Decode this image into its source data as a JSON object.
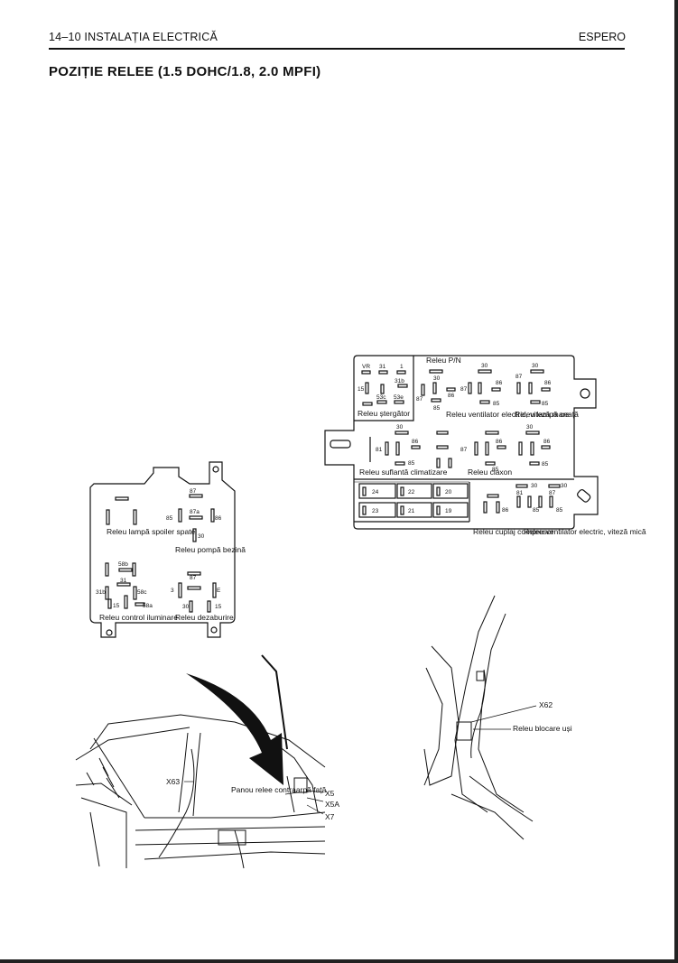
{
  "header": {
    "section": "14–10  INSTALAȚIA ELECTRICĂ",
    "model": "ESPERO"
  },
  "title": "POZIȚIE RELEE (1.5 DOHC/1.8,  2.0 MPFI)",
  "main_box": {
    "labels": {
      "wiper": "Releu ștergător",
      "pn": "Releu P/N",
      "fan_high": "Releu ventilator electric, viteză mare",
      "fog": "Releu lampă ceață",
      "ac_blower": "Releu suflantă climatizare",
      "horn": "Releu claxon",
      "clutch": "Releu cuplaj compresor",
      "fan_low": "Releu ventilator electric, viteză mică"
    },
    "pins": {
      "vr": "VR",
      "p31": "31",
      "p1": "1",
      "p15": "15",
      "p31b": "31b",
      "p53c": "53c",
      "p53e": "53e",
      "p30": "30",
      "p87": "87",
      "p86": "86",
      "p85": "85",
      "p81": "81"
    },
    "fuses": [
      "24",
      "22",
      "20",
      "23",
      "21",
      "19"
    ]
  },
  "small_box": {
    "labels": {
      "spoiler": "Releu lampă spoiler spate",
      "pump": "Releu pompă bezină",
      "light_ctrl": "Releu control iluminare",
      "defog": "Releu dezaburire"
    },
    "pins": {
      "p87": "87",
      "p87a": "87a",
      "p86": "86",
      "p85": "85",
      "p30": "30",
      "p58b": "58b",
      "p31": "31",
      "p31b": "31b",
      "p58c": "58c",
      "p15": "15",
      "p58a": "58a",
      "p3": "3",
      "pE": "E"
    }
  },
  "callouts": {
    "x63": "X63",
    "panel": "Panou relee contraarpă față",
    "x5": "X5",
    "x5a": "X5A",
    "x7": "X7",
    "x62": "X62",
    "door_lock": "Releu blocare uși"
  }
}
